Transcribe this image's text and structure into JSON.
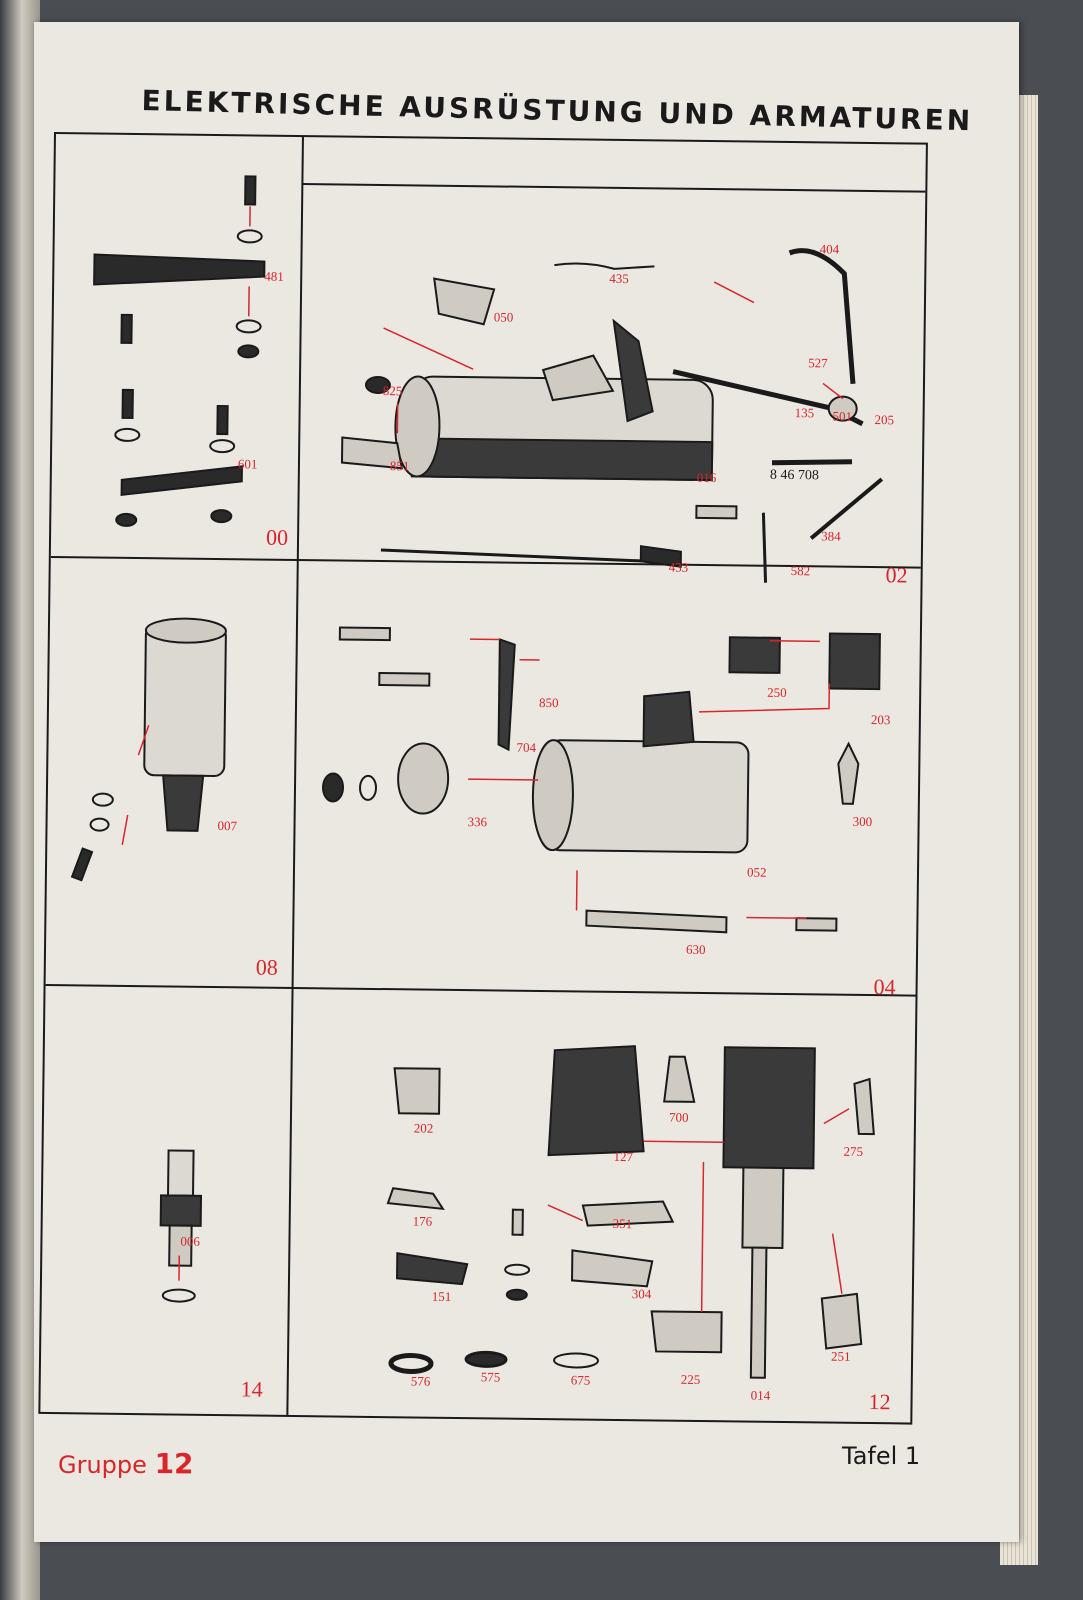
{
  "header": {
    "title": "ELEKTRISCHE AUSRÜSTUNG UND ARMATUREN"
  },
  "footer": {
    "group_label": "Gruppe",
    "group_number": "12",
    "plate": "Tafel 1"
  },
  "panels": {
    "p00": {
      "number": "00",
      "parts": [
        "481",
        "601"
      ]
    },
    "p02": {
      "number": "02",
      "parts": [
        "435",
        "050",
        "404",
        "825",
        "527",
        "851",
        "135",
        "501",
        "205",
        "016",
        "8 46 708",
        "384",
        "433",
        "582"
      ]
    },
    "p08": {
      "number": "08",
      "parts": [
        "007"
      ]
    },
    "p04": {
      "number": "04",
      "parts": [
        "250",
        "850",
        "203",
        "704",
        "300",
        "336",
        "052",
        "630"
      ]
    },
    "p14": {
      "number": "14",
      "parts": [
        "006"
      ]
    },
    "p12": {
      "number": "12",
      "parts": [
        "202",
        "700",
        "127",
        "275",
        "176",
        "351",
        "151",
        "304",
        "251",
        "576",
        "575",
        "675",
        "225",
        "014"
      ]
    }
  }
}
